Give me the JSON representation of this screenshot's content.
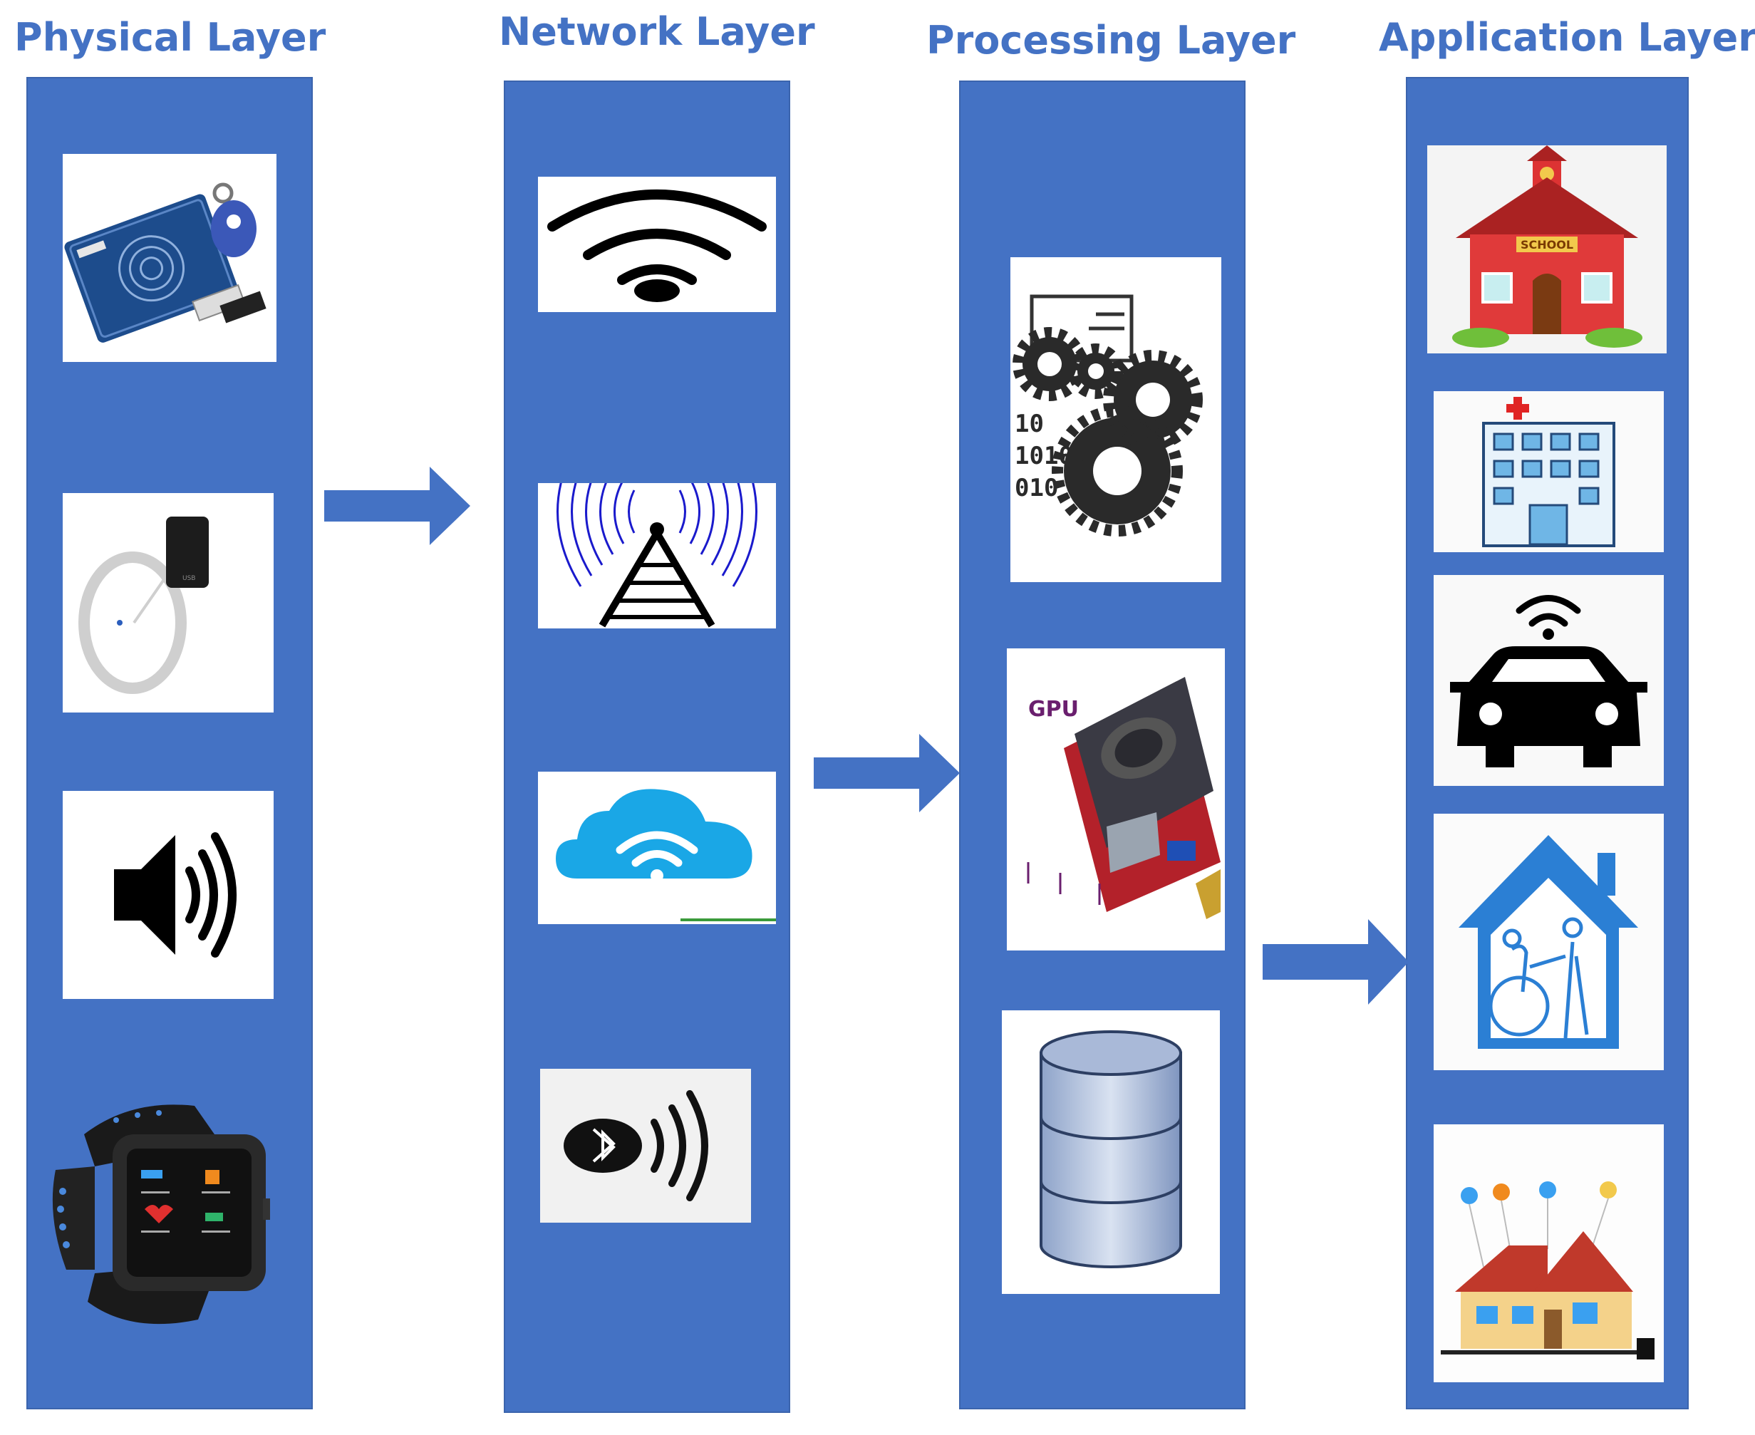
{
  "layers": {
    "physical": {
      "title": "Physical Layer",
      "items": [
        {
          "icon": "rfid-reader-icon"
        },
        {
          "icon": "rfid-tag-reader-icon"
        },
        {
          "icon": "speaker-icon"
        },
        {
          "icon": "smartwatch-icon"
        }
      ]
    },
    "network": {
      "title": "Network Layer",
      "items": [
        {
          "icon": "wifi-icon"
        },
        {
          "icon": "radio-tower-icon"
        },
        {
          "icon": "cloud-wifi-icon"
        },
        {
          "icon": "bluetooth-icon"
        }
      ]
    },
    "processing": {
      "title": "Processing Layer",
      "items": [
        {
          "icon": "gears-binary-icon",
          "text": [
            "10",
            "10101",
            "010"
          ]
        },
        {
          "icon": "gpu-card-icon",
          "label": "GPU"
        },
        {
          "icon": "database-icon"
        }
      ]
    },
    "application": {
      "title": "Application Layer",
      "items": [
        {
          "icon": "school-icon",
          "label": "SCHOOL"
        },
        {
          "icon": "hospital-icon"
        },
        {
          "icon": "connected-car-icon"
        },
        {
          "icon": "home-care-icon"
        },
        {
          "icon": "smart-home-icon"
        }
      ]
    }
  },
  "colors": {
    "layer_fill": "#4472c4",
    "title": "#4472c4",
    "card": "#ffffff"
  }
}
